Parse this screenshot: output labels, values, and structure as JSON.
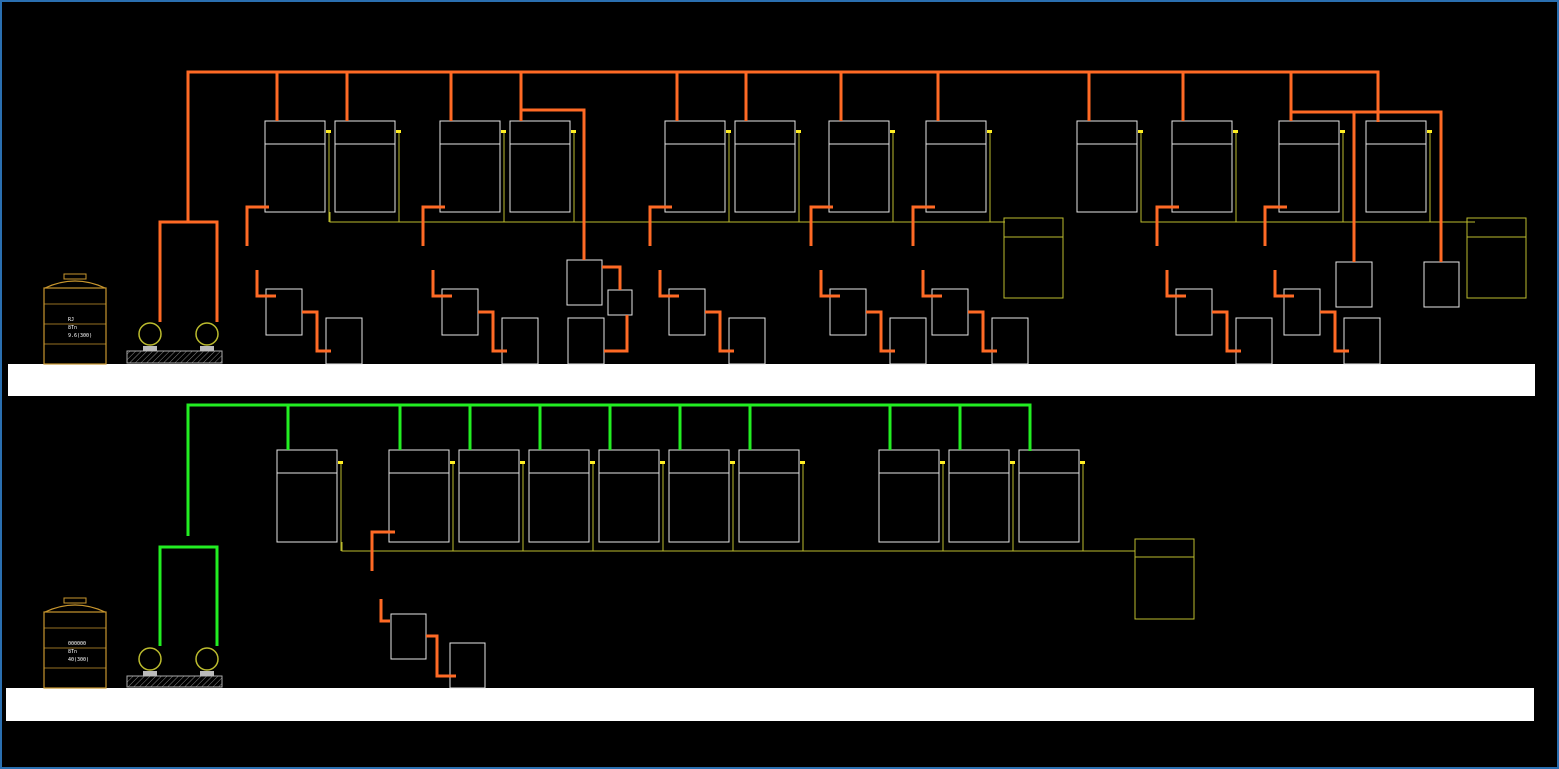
{
  "colors": {
    "background": "#000000",
    "frame_border": "#2a6fb0",
    "pipe_hot": "#ff6a25",
    "pipe_cold": "#22ee22",
    "equipment_outline": "#e6e6e6",
    "drain_line": "#bcbc2e",
    "indicator": "#ffee22",
    "tank_outline": "#c8962e",
    "floor_slab": "#ffffff"
  },
  "labels": {
    "tank_top": [
      "RJ",
      "8Tn",
      "9.6(300)"
    ],
    "tank_bottom": [
      "000000",
      "8Tn",
      "40(300)"
    ]
  },
  "icons": {
    "pump": "pump-icon",
    "tank": "storage-tank-icon"
  }
}
